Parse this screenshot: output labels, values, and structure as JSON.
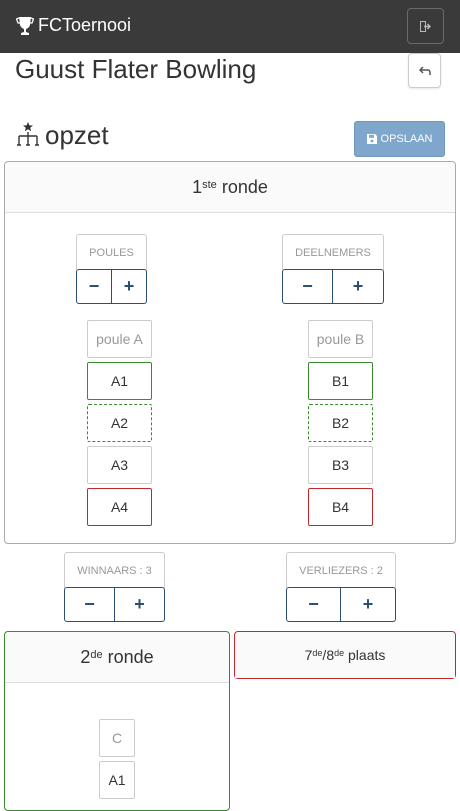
{
  "nav": {
    "brand": "FCToernooi",
    "icons": {
      "logo": "trophy-icon",
      "logout": "sign-out-icon"
    }
  },
  "page": {
    "title": "Guust Flater Bowling",
    "back_icon": "reply-icon"
  },
  "section": {
    "title": "opzet",
    "icon": "structure-icon",
    "save_label": "OPSLAAN",
    "save_icon": "floppy-icon"
  },
  "round1": {
    "num": "1",
    "suffix": "ste",
    "label": "ronde",
    "poules_label": "POULES",
    "deelnemers_label": "DEELNEMERS",
    "minus": "−",
    "plus": "+",
    "pools": [
      {
        "name": "poule A",
        "places": [
          "A1",
          "A2",
          "A3",
          "A4"
        ]
      },
      {
        "name": "poule B",
        "places": [
          "B1",
          "B2",
          "B3",
          "B4"
        ]
      }
    ]
  },
  "qualify": {
    "winners_label": "WINNAARS : 3",
    "losers_label": "VERLIEZERS : 2"
  },
  "round2": {
    "num": "2",
    "suffix": "de",
    "label": "ronde",
    "pool_name": "C",
    "places": [
      "A1"
    ]
  },
  "place78": {
    "a": "7",
    "a_suf": "de",
    "b": "8",
    "b_suf": "de",
    "label": "plaats"
  },
  "colors": {
    "navbar": "#3a3a3a",
    "winner": "#3c8a2e",
    "loser": "#c0282d",
    "primary": "#2c4e73",
    "save": "#7fa6cb"
  }
}
